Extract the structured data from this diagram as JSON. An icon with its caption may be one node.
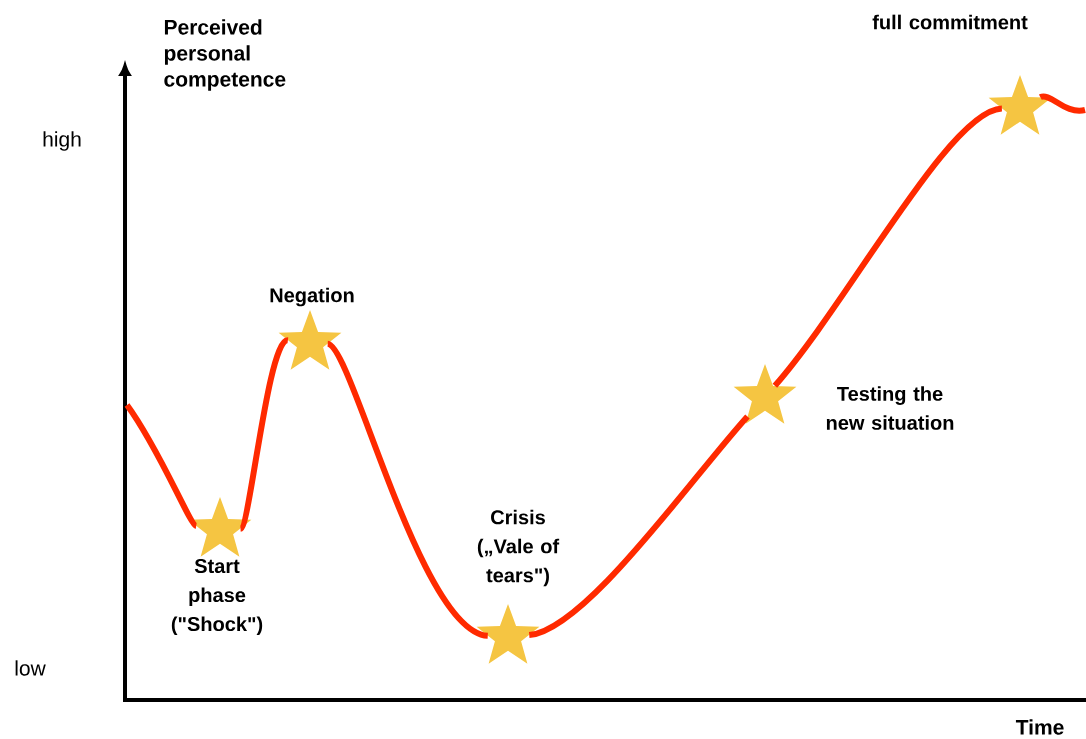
{
  "diagram": {
    "nodes": [
      {
        "text": [],
        "shape": "star",
        "beside": [
          "Start phase (\"Shock\")"
        ]
      },
      {
        "text": [],
        "shape": "star",
        "beside": [
          "Negation"
        ]
      },
      {
        "text": [],
        "shape": "star",
        "beside": [
          "Crisis („Vale of tears\")"
        ]
      },
      {
        "text": [],
        "shape": "star",
        "beside": [
          "Testing the new situation"
        ]
      },
      {
        "text": [],
        "shape": "star",
        "beside": [
          "full commitment"
        ]
      }
    ],
    "edges": [
      {
        "from": null,
        "to": 0,
        "arrow": "none"
      },
      {
        "from": 0,
        "to": 1,
        "arrow": "none"
      },
      {
        "from": 1,
        "to": 2,
        "arrow": "none"
      },
      {
        "from": 2,
        "to": 3,
        "arrow": "none"
      },
      {
        "from": 3,
        "to": 4,
        "arrow": "none"
      },
      {
        "from": 4,
        "to": null,
        "arrow": "none"
      }
    ],
    "labels": [
      "Perceived personal competence",
      "high",
      "low",
      "Time"
    ]
  }
}
